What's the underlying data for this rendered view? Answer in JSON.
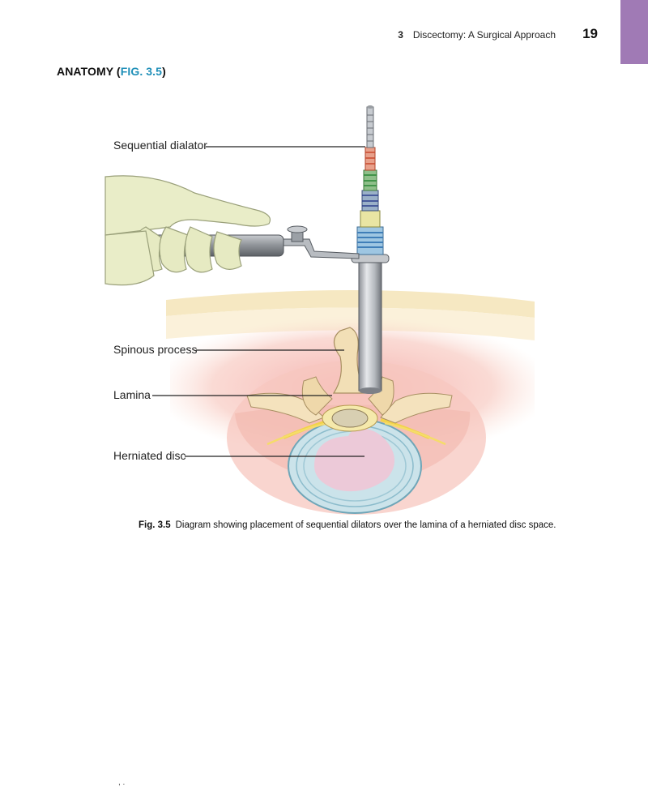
{
  "header": {
    "chapter_number": "3",
    "chapter_title": "Discectomy: A Surgical Approach",
    "page_number": "19"
  },
  "section": {
    "title_prefix": "ANATOMY (",
    "fig_ref": "FIG. 3.5",
    "title_suffix": ")"
  },
  "figure": {
    "labels": {
      "dilator": "Sequential dialator",
      "spinous": "Spinous process",
      "lamina": "Lamina",
      "disc": "Herniated disc"
    },
    "caption_id": "Fig. 3.5",
    "caption_text": "Diagram showing placement of sequential dilators over the lamina of a herniated disc space."
  },
  "footer": {
    "marks": ",    ."
  },
  "colors": {
    "accent_tab": "#a07ab5",
    "fig_link": "#1f8fb8"
  }
}
